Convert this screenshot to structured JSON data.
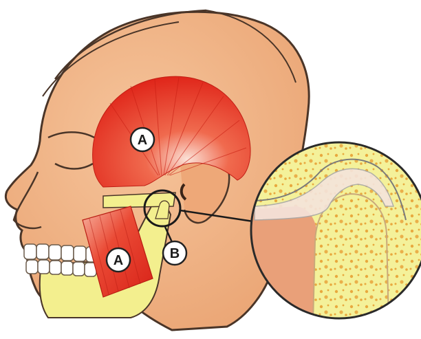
{
  "labels": {
    "muscle_temporal": "A",
    "muscle_masseter": "A",
    "joint": "B"
  },
  "colors": {
    "skin": "#f2b888",
    "skin_shadow": "#e39a6a",
    "outline": "#4a3528",
    "muscle": "#e8392a",
    "muscle_light": "#f7a08a",
    "bone": "#f3ef8e",
    "bone_spots": "#e9a53a",
    "cartilage": "#f0d4c4"
  }
}
